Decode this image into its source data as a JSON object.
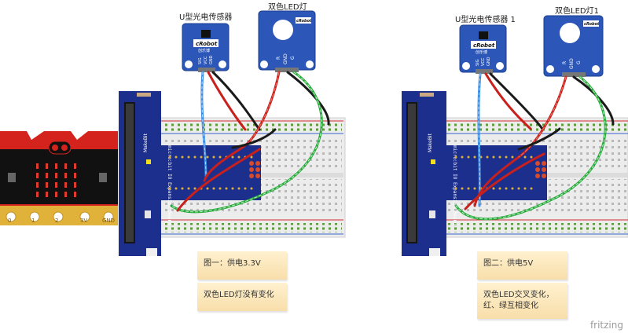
{
  "left": {
    "sensor_label": "U型光电传感器",
    "led_label": "双色LED灯",
    "note1": "图一：供电3.3V",
    "note2": "双色LED灯没有变化"
  },
  "right": {
    "sensor_label": "U型光电传感器 1",
    "led_label": "双色LED灯1",
    "note1": "图二：供电5V",
    "note2_line1": "双色LED交叉变化，",
    "note2_line2": "红、绿互相变化"
  },
  "module": {
    "brand": "cRobot",
    "brand_sub": "创乐博",
    "sensor_pins": [
      "SIG",
      "VCC",
      "GND"
    ],
    "led_pins": [
      "R",
      "GND",
      "G"
    ]
  },
  "microbit_pins": [
    "0",
    "1",
    "2",
    "3V",
    "GND"
  ],
  "expansion_board": {
    "title": "micro:bit IO Expansion Board",
    "brand": "MakeBit"
  },
  "watermark": "fritzing",
  "colors": {
    "board_blue": "#1d2f8c",
    "microbit_red": "#d4231c",
    "module_blue": "#2c57b8",
    "wire_red": "#c8201c",
    "wire_black": "#1a1a1a",
    "wire_blue": "#3a8be0",
    "wire_green": "#27a93a"
  }
}
